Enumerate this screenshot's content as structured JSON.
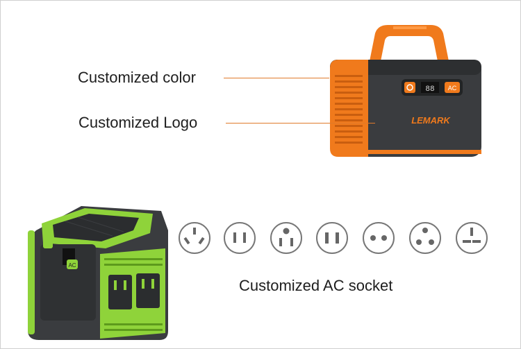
{
  "annotations": {
    "color_label": "Customized color",
    "logo_label": "Customized Logo",
    "socket_label": "Customized AC socket"
  },
  "orange_unit": {
    "brand_text": "LEMARK",
    "ac_text": "AC",
    "display_text": "88"
  },
  "green_unit": {
    "ac_text": "AC"
  },
  "sockets": [
    {
      "icon": "au-socket-icon"
    },
    {
      "icon": "us-two-pin-socket-icon"
    },
    {
      "icon": "in-three-pin-socket-icon"
    },
    {
      "icon": "jp-two-flat-socket-icon"
    },
    {
      "icon": "eu-round-pin-socket-icon"
    },
    {
      "icon": "za-three-round-socket-icon"
    },
    {
      "icon": "uk-three-flat-socket-icon"
    }
  ],
  "colors": {
    "accent_orange": "#f07a1c",
    "accent_green": "#8fd33a",
    "body_dark": "#3a3c3f",
    "leader_line": "#e07a2a"
  }
}
